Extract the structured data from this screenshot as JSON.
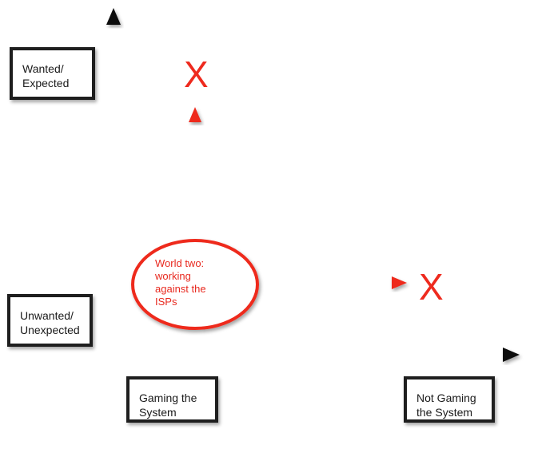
{
  "colors": {
    "axis": "#111111",
    "accent_red": "#ee2a1e",
    "box_border": "#1e1e1e"
  },
  "y_axis": {
    "top_label": {
      "line1": "Wanted/",
      "line2": "Expected"
    },
    "bottom_label": {
      "line1": "Unwanted/",
      "line2": "Unexpected"
    }
  },
  "x_axis": {
    "left_label": {
      "line1": "Gaming the",
      "line2": "System"
    },
    "right_label": {
      "line1": "Not Gaming",
      "line2": "the System"
    }
  },
  "center_node": {
    "lines": [
      "World two:",
      "working",
      "against the",
      "ISPs"
    ]
  },
  "outcomes": {
    "top_mark": "X",
    "right_mark": "X"
  }
}
